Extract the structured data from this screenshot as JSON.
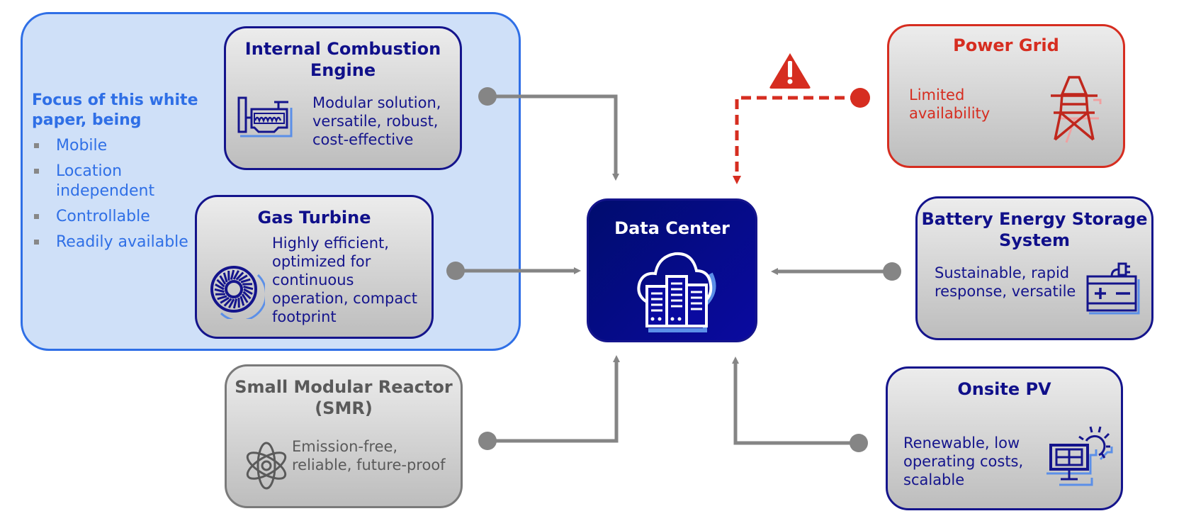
{
  "focus": {
    "title": "Focus of this white paper, being",
    "items": [
      "Mobile",
      "Location independent",
      "Controllable",
      "Readily available"
    ]
  },
  "nodes": {
    "ice": {
      "title": "Internal Combustion Engine",
      "desc": "Modular solution, versatile, robust, cost-effective",
      "icon": "engine-icon"
    },
    "gt": {
      "title": "Gas Turbine",
      "desc": "Highly efficient, optimized for continuous operation, compact footprint",
      "icon": "turbine-icon"
    },
    "smr": {
      "title": "Small Modular Reactor (SMR)",
      "desc": "Emission-free, reliable, future-proof",
      "icon": "atom-icon"
    },
    "dc": {
      "title": "Data Center",
      "icon": "cloud-server-icon"
    },
    "grid": {
      "title": "Power Grid",
      "desc": "Limited availability",
      "icon": "power-tower-icon"
    },
    "bess": {
      "title": "Battery Energy Storage System",
      "desc": "Sustainable, rapid response, versatile",
      "icon": "battery-icon"
    },
    "pv": {
      "title": "Onsite PV",
      "desc": "Renewable, low operating costs, scalable",
      "icon": "solar-panel-icon"
    }
  },
  "edges": [
    {
      "from": "Internal Combustion Engine",
      "to": "Data Center",
      "style": "solid"
    },
    {
      "from": "Gas Turbine",
      "to": "Data Center",
      "style": "solid"
    },
    {
      "from": "Small Modular Reactor (SMR)",
      "to": "Data Center",
      "style": "solid"
    },
    {
      "from": "Power Grid",
      "to": "Data Center",
      "style": "dashed",
      "warning": true
    },
    {
      "from": "Battery Energy Storage System",
      "to": "Data Center",
      "style": "solid"
    },
    {
      "from": "Onsite PV",
      "to": "Data Center",
      "style": "solid"
    }
  ],
  "colors": {
    "navy": "#14148c",
    "focus_blue": "#2f6fe6",
    "focus_bg": "#cfe0f8",
    "red": "#d62d20",
    "gray_connector": "#858585",
    "dc_bg": "#0a0aa0"
  }
}
